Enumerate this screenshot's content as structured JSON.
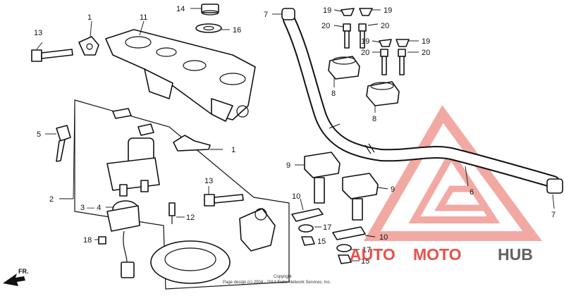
{
  "callouts": {
    "c1_top": "1",
    "c1_mid": "1",
    "c2": "2",
    "c3_4": "3 — 4",
    "c5": "5",
    "c6": "6",
    "c7_top": "7",
    "c7_right": "7",
    "c8_top": "8",
    "c8_mid": "8",
    "c9_left": "9",
    "c9_right": "9",
    "c10_left": "10",
    "c10_right": "10",
    "c11": "11",
    "c12": "12",
    "c13_left": "13",
    "c13_mid": "13",
    "c14": "14",
    "c15_left": "15",
    "c15_right": "15",
    "c16": "16",
    "c17_left": "17",
    "c17_right": "17",
    "c18": "18",
    "c19_a": "19",
    "c19_b": "19",
    "c19_c": "19",
    "c19_d": "19",
    "c20_a": "20",
    "c20_b": "20",
    "c20_c": "20",
    "c20_d": "20"
  },
  "front_marker": "FR.",
  "copyright_line1": "Copyright",
  "copyright_line2": "Page design (c) 2004 - 2014 Fiche Network Services, Inc.",
  "watermark": {
    "word_auto": "AUTO",
    "word_moto": "MOTO",
    "word_hub": "HUB",
    "color_red": "#e8423b",
    "color_gray": "#555555"
  }
}
